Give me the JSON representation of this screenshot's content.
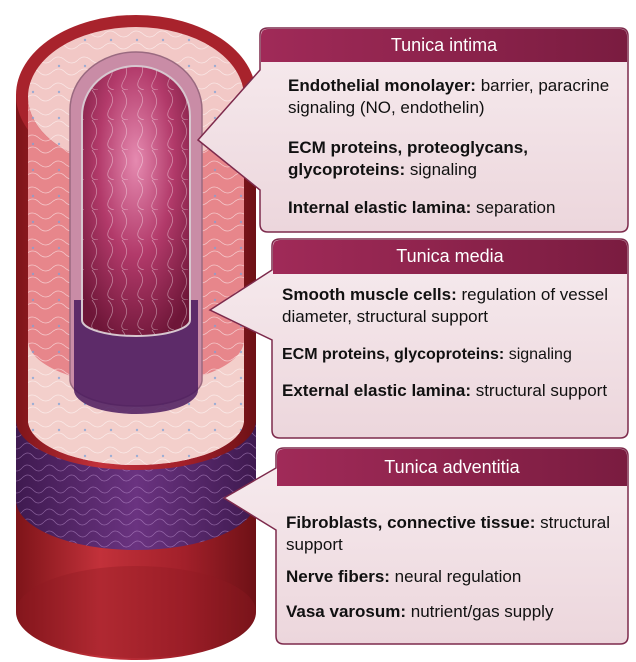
{
  "callouts": [
    {
      "title": "Tunica intima",
      "items": [
        {
          "term": "Endothelial monolayer:",
          "text": " barrier, paracrine signaling (NO, endothelin)"
        },
        {
          "term": "ECM proteins, proteoglycans, glycoproteins:",
          "text": " signaling"
        },
        {
          "term": "Internal elastic lamina:",
          "text": " separation"
        }
      ]
    },
    {
      "title": "Tunica media",
      "items": [
        {
          "term": "Smooth muscle cells:",
          "text": " regulation of vessel diameter, structural support"
        },
        {
          "term": "ECM proteins, glycoproteins:",
          "text": " signaling"
        },
        {
          "term": "External elastic lamina:",
          "text": " structural support"
        }
      ]
    },
    {
      "title": "Tunica adventitia",
      "items": [
        {
          "term": "Fibroblasts, connective tissue:",
          "text": " structural support"
        },
        {
          "term": "Nerve fibers:",
          "text": " neural regulation"
        },
        {
          "term": "Vasa varosum:",
          "text": " nutrient/gas supply"
        }
      ]
    }
  ],
  "colors": {
    "outer_red": "#b2252c",
    "outer_red_dark": "#7e1419",
    "media_pink": "#e77c82",
    "intima_pink": "#f1c6c4",
    "lumen": "#8a1b43",
    "adventitia_purple": "#5c2a6e",
    "callout_fill": "#f4e4e8",
    "callout_border": "#7d2a4c",
    "callout_header": "#8b1f4b"
  }
}
